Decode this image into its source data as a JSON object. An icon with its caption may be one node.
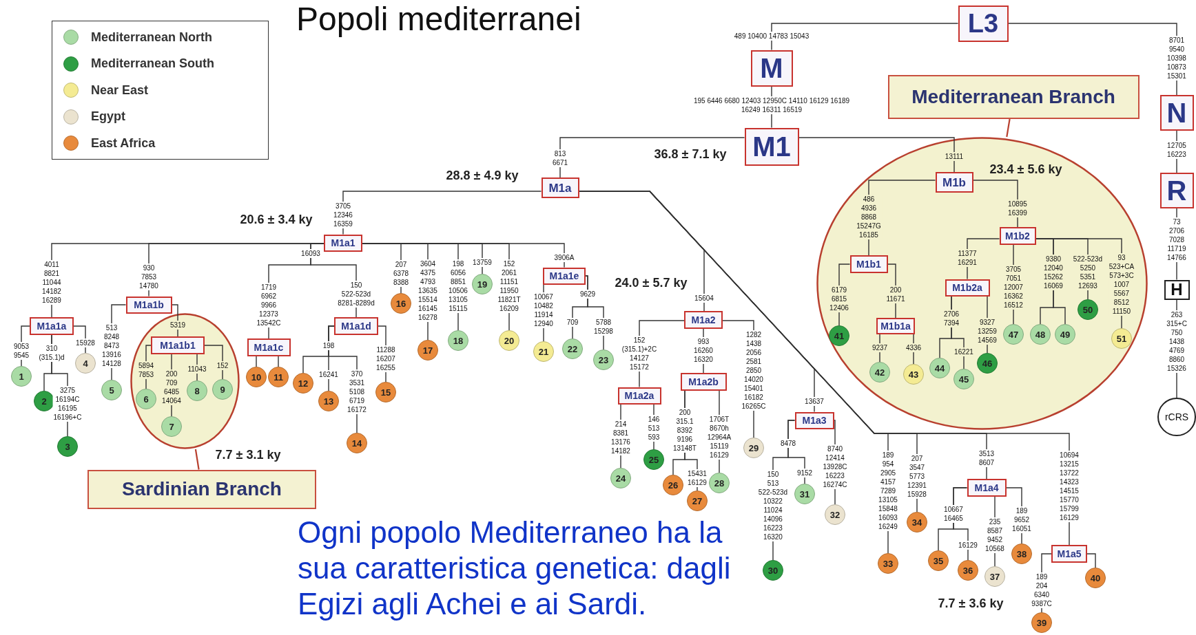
{
  "diagram": {
    "title": "Popoli mediterranei",
    "caption": "Ogni popolo Mediterraneo ha la sua caratteristica genetica: dagli Egizi agli Achei e ai Sardi.",
    "nodes": [
      {
        "text": [
          "L3"
        ]
      },
      {
        "text": [
          "M"
        ]
      },
      {
        "text": [
          "M1"
        ]
      },
      {
        "text": [
          "N"
        ]
      },
      {
        "text": [
          "R"
        ]
      },
      {
        "text": [
          "H"
        ]
      },
      {
        "text": [
          "rCRS"
        ]
      },
      {
        "text": [
          "Mediterranean Branch"
        ]
      },
      {
        "text": [],
        "shape": "ellipse"
      },
      {
        "text": [
          "M1b"
        ],
        "in": 8
      },
      {
        "text": [
          "M1b1"
        ],
        "in": 8
      },
      {
        "text": [
          "M1b1a"
        ],
        "in": 8
      },
      {
        "text": [
          "M1b2"
        ],
        "in": 8
      },
      {
        "text": [
          "M1b2a"
        ],
        "in": 8
      },
      {
        "text": [
          "41"
        ],
        "in": 8
      },
      {
        "text": [
          "42"
        ],
        "in": 8
      },
      {
        "text": [
          "43"
        ],
        "in": 8
      },
      {
        "text": [
          "44"
        ],
        "in": 8
      },
      {
        "text": [
          "45"
        ],
        "in": 8
      },
      {
        "text": [
          "46"
        ],
        "in": 8
      },
      {
        "text": [
          "47"
        ],
        "in": 8
      },
      {
        "text": [
          "48"
        ],
        "in": 8
      },
      {
        "text": [
          "49"
        ],
        "in": 8
      },
      {
        "text": [
          "50"
        ],
        "in": 8
      },
      {
        "text": [
          "51"
        ],
        "in": 8
      },
      {
        "text": [
          "M1a"
        ]
      },
      {
        "text": [
          "M1a1"
        ]
      },
      {
        "text": [
          "M1a1a"
        ]
      },
      {
        "text": [
          "M1a1b"
        ]
      },
      {
        "text": [],
        "shape": "ellipse"
      },
      {
        "text": [
          "M1a1b1"
        ],
        "in": 29
      },
      {
        "text": [
          "M1a1c"
        ]
      },
      {
        "text": [
          "M1a1d"
        ]
      },
      {
        "text": [
          "M1a1e"
        ]
      },
      {
        "text": [
          "M1a2"
        ]
      },
      {
        "text": [
          "M1a2a"
        ]
      },
      {
        "text": [
          "M1a2b"
        ]
      },
      {
        "text": [
          "M1a3"
        ]
      },
      {
        "text": [
          "M1a4"
        ]
      },
      {
        "text": [
          "M1a5"
        ]
      },
      {
        "text": [
          "Sardinian Branch"
        ]
      },
      {
        "text": [
          "1"
        ]
      },
      {
        "text": [
          "2"
        ]
      },
      {
        "text": [
          "3"
        ]
      },
      {
        "text": [
          "4"
        ]
      },
      {
        "text": [
          "5"
        ]
      },
      {
        "text": [
          "6"
        ],
        "in": 29
      },
      {
        "text": [
          "7"
        ],
        "in": 29
      },
      {
        "text": [
          "8"
        ],
        "in": 29
      },
      {
        "text": [
          "9"
        ],
        "in": 29
      },
      {
        "text": [
          "10"
        ]
      },
      {
        "text": [
          "11"
        ]
      },
      {
        "text": [
          "12"
        ]
      },
      {
        "text": [
          "13"
        ]
      },
      {
        "text": [
          "14"
        ]
      },
      {
        "text": [
          "15"
        ]
      },
      {
        "text": [
          "16"
        ]
      },
      {
        "text": [
          "17"
        ]
      },
      {
        "text": [
          "18"
        ]
      },
      {
        "text": [
          "19"
        ]
      },
      {
        "text": [
          "20"
        ]
      },
      {
        "text": [
          "21"
        ]
      },
      {
        "text": [
          "22"
        ]
      },
      {
        "text": [
          "23"
        ]
      },
      {
        "text": [
          "24"
        ]
      },
      {
        "text": [
          "25"
        ]
      },
      {
        "text": [
          "26"
        ]
      },
      {
        "text": [
          "27"
        ]
      },
      {
        "text": [
          "28"
        ]
      },
      {
        "text": [
          "29"
        ]
      },
      {
        "text": [
          "30"
        ]
      },
      {
        "text": [
          "31"
        ]
      },
      {
        "text": [
          "32"
        ]
      },
      {
        "text": [
          "33"
        ]
      },
      {
        "text": [
          "34"
        ]
      },
      {
        "text": [
          "35"
        ]
      },
      {
        "text": [
          "36"
        ]
      },
      {
        "text": [
          "37"
        ]
      },
      {
        "text": [
          "38"
        ]
      },
      {
        "text": [
          "39"
        ]
      },
      {
        "text": [
          "40"
        ]
      }
    ],
    "edges": [
      {
        "from": 0,
        "to": 1,
        "arrow": "none",
        "label": "489 10400 14783 15043"
      },
      {
        "from": 0,
        "to": 3,
        "arrow": "none",
        "label": "8701 9540 10398 10873 15301"
      },
      {
        "from": 1,
        "to": 2,
        "arrow": "none",
        "label": "195 6446 6680 12403 12950C 14110 16129 16189 16249 16311 16519"
      },
      {
        "from": 2,
        "to": 25,
        "arrow": "none",
        "label": "813 6671"
      },
      {
        "from": 2,
        "to": 9,
        "arrow": "none",
        "label": "13111"
      },
      {
        "from": 3,
        "to": 4,
        "arrow": "none",
        "label": "12705 16223"
      },
      {
        "from": 4,
        "to": 5,
        "arrow": "none",
        "label": "73 2706 7028 11719 14766"
      },
      {
        "from": 5,
        "to": 6,
        "arrow": "none",
        "label": "263 315+C 750 1438 4769 8860 15326"
      },
      {
        "from": 7,
        "to": 8,
        "arrow": "none",
        "color": "#b8402f"
      },
      {
        "from": 40,
        "to": 29,
        "arrow": "none",
        "color": "#b8402f"
      },
      {
        "from": 9,
        "to": 10,
        "arrow": "none",
        "label": "486 4936 8868 15247G 16185"
      },
      {
        "from": 9,
        "to": 12,
        "arrow": "none",
        "label": "10895 16399"
      },
      {
        "from": 10,
        "to": 14,
        "arrow": "none",
        "label": "6179 6815 12406"
      },
      {
        "from": 10,
        "to": 11,
        "arrow": "none",
        "label": "200 11671"
      },
      {
        "from": 11,
        "to": 15,
        "arrow": "none",
        "label": "9237"
      },
      {
        "from": 11,
        "to": 16,
        "arrow": "none",
        "label": "4336"
      },
      {
        "from": 12,
        "to": 13,
        "arrow": "none",
        "label": "11377 16291"
      },
      {
        "from": 13,
        "to": 17,
        "arrow": "none",
        "label": "2706 7394"
      },
      {
        "from": 13,
        "to": 18,
        "arrow": "none",
        "label": "16221"
      },
      {
        "from": 13,
        "to": 19,
        "arrow": "none",
        "label": "9327 13259 14569"
      },
      {
        "from": 12,
        "to": 20,
        "arrow": "none",
        "label": "3705 7051 12007 16362 16512"
      },
      {
        "from": 12,
        "to": 21,
        "arrow": "none",
        "label": "9380 12040 15262 16069"
      },
      {
        "from": 12,
        "to": 22,
        "arrow": "none"
      },
      {
        "from": 12,
        "to": 23,
        "arrow": "none",
        "label": "522-523d 5250 5351 12693"
      },
      {
        "from": 12,
        "to": 24,
        "arrow": "none",
        "label": "93 523+CA 573+3C 1007 5567 8512 11150"
      },
      {
        "from": 25,
        "to": 26,
        "arrow": "none",
        "label": "3705 12346 16359"
      },
      {
        "from": 26,
        "to": 27,
        "arrow": "none",
        "label": "4011 8821 11044 14182 16289"
      },
      {
        "from": 26,
        "to": 28,
        "arrow": "none",
        "label": "930 7853 14780"
      },
      {
        "from": 26,
        "to": 31,
        "arrow": "none",
        "label": "1719 6962 9966 12373 13542C"
      },
      {
        "from": 26,
        "to": 32,
        "arrow": "none",
        "label": "150 522-523d 8281-8289d"
      },
      {
        "from": 27,
        "to": 41,
        "arrow": "none",
        "label": "9053 9545"
      },
      {
        "from": 27,
        "to": 42,
        "arrow": "none",
        "label": "310 (315.1)d"
      },
      {
        "from": 27,
        "to": 43,
        "arrow": "none",
        "label": "3275 16194C 16195 16196+C"
      },
      {
        "from": 27,
        "to": 44,
        "arrow": "none",
        "label": "15928"
      },
      {
        "from": 28,
        "to": 45,
        "arrow": "none",
        "label": "513 8248 8473 13916 14128"
      },
      {
        "from": 28,
        "to": 30,
        "arrow": "none",
        "label": "5319"
      },
      {
        "from": 30,
        "to": 46,
        "arrow": "none",
        "label": "5894 7853"
      },
      {
        "from": 30,
        "to": 47,
        "arrow": "none",
        "label": "200 709 6485 14064"
      },
      {
        "from": 30,
        "to": 48,
        "arrow": "none",
        "label": "11043"
      },
      {
        "from": 30,
        "to": 49,
        "arrow": "none",
        "label": "152"
      },
      {
        "from": 31,
        "to": 50,
        "arrow": "none"
      },
      {
        "from": 31,
        "to": 51,
        "arrow": "none"
      },
      {
        "from": 32,
        "to": 52,
        "arrow": "none",
        "label": "198"
      },
      {
        "from": 32,
        "to": 53,
        "arrow": "none",
        "label": "16241"
      },
      {
        "from": 32,
        "to": 54,
        "arrow": "none",
        "label": "370 3531 5108 6719 16172"
      },
      {
        "from": 32,
        "to": 55,
        "arrow": "none",
        "label": "11288 16207 16255"
      },
      {
        "from": 26,
        "to": 56,
        "arrow": "none",
        "label": "207 6378 8388"
      },
      {
        "from": 26,
        "to": 57,
        "arrow": "none",
        "label": "3604 4375 4793 13635 15514 16145 16278"
      },
      {
        "from": 26,
        "to": 58,
        "arrow": "none",
        "label": "198 6056 8851 10506 13105 15115"
      },
      {
        "from": 26,
        "to": 59,
        "arrow": "none",
        "label": "13759"
      },
      {
        "from": 26,
        "to": 60,
        "arrow": "none",
        "label": "152 2061 11151 11950 11821T 16209"
      },
      {
        "from": 26,
        "to": 33,
        "arrow": "none",
        "label": "3906A"
      },
      {
        "from": 33,
        "to": 61,
        "arrow": "none",
        "label": "10067 10482 11914 12940"
      },
      {
        "from": 33,
        "to": 62,
        "arrow": "none",
        "label": "709"
      },
      {
        "from": 33,
        "to": 63,
        "arrow": "none",
        "label": "5788 15298"
      },
      {
        "from": 25,
        "to": 34,
        "arrow": "none",
        "label": "15604"
      },
      {
        "from": 25,
        "to": 37,
        "arrow": "none",
        "label": "13637"
      },
      {
        "from": 25,
        "to": 73,
        "arrow": "none",
        "label": "189 954 2905 4157 7289 13105 15848 16093 16249"
      },
      {
        "from": 25,
        "to": 74,
        "arrow": "none",
        "label": "207 3547 5773 12391 15928"
      },
      {
        "from": 25,
        "to": 38,
        "arrow": "none",
        "label": "3513 8607"
      },
      {
        "from": 25,
        "to": 39,
        "arrow": "none",
        "label": "10694 13215 13722 14323 14515 15770 15799 16129"
      },
      {
        "from": 34,
        "to": 35,
        "arrow": "none",
        "label": "152 (315.1)+2C 14127 15172"
      },
      {
        "from": 34,
        "to": 36,
        "arrow": "none",
        "label": "993 16260 16320"
      },
      {
        "from": 34,
        "to": 69,
        "arrow": "none",
        "label": "1282 1438 2056 2581 2850 14020 15401 16182 16265C"
      },
      {
        "from": 35,
        "to": 64,
        "arrow": "none",
        "label": "214 8381 13176 14182"
      },
      {
        "from": 35,
        "to": 65,
        "arrow": "none",
        "label": "146 513 593"
      },
      {
        "from": 36,
        "to": 66,
        "arrow": "none",
        "label": "200 315.1 8392 9196 13148T"
      },
      {
        "from": 36,
        "to": 67,
        "arrow": "none",
        "label": "15431 16129"
      },
      {
        "from": 36,
        "to": 68,
        "arrow": "none",
        "label": "1706T 8670h 12964A 15119 16129"
      },
      {
        "from": 37,
        "to": 70,
        "arrow": "none",
        "label": "150 513 522-523d 10322 11024 14096 16223 16320"
      },
      {
        "from": 37,
        "to": 71,
        "arrow": "none",
        "label": "9152"
      },
      {
        "from": 37,
        "to": 72,
        "arrow": "none",
        "label": "8740 12414 13928C 16223 16274C"
      },
      {
        "from": 38,
        "to": 75,
        "arrow": "none",
        "label": "10667 16465"
      },
      {
        "from": 38,
        "to": 76,
        "arrow": "none",
        "label": "16129"
      },
      {
        "from": 38,
        "to": 77,
        "arrow": "none",
        "label": "235 8587 9452 10568"
      },
      {
        "from": 38,
        "to": 78,
        "arrow": "none",
        "label": "189 9652 16051"
      },
      {
        "from": 39,
        "to": 79,
        "arrow": "none",
        "label": "189 204 6340 9387C"
      },
      {
        "from": 39,
        "to": 80,
        "arrow": "none"
      }
    ],
    "labels": [
      "36.8 ± 7.1 ky",
      "23.4 ± 5.6 ky",
      "28.8 ± 4.9 ky",
      "20.6 ± 3.4 ky",
      "16093",
      "24.0 ± 5.7 ky",
      "9629",
      "8478",
      "7.7 ± 3.1 ky",
      "7.7 ± 3.6 ky"
    ],
    "legend": [
      {
        "text": "Mediterranean North",
        "color": "#a9dba5"
      },
      {
        "text": "Mediterranean South",
        "color": "#2e9e44"
      },
      {
        "text": "Near East",
        "color": "#f4eb93"
      },
      {
        "text": "Egypt",
        "color": "#ebe3cf"
      },
      {
        "text": "East Africa",
        "color": "#e88a3c"
      }
    ]
  }
}
